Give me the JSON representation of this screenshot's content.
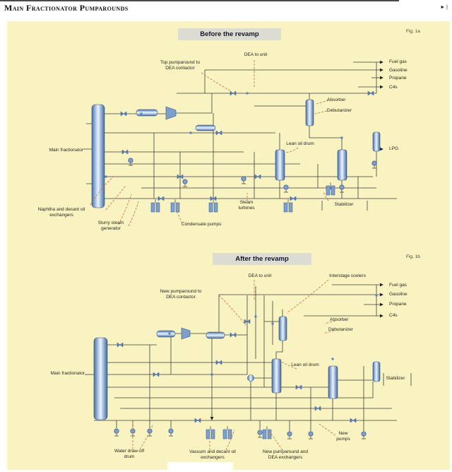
{
  "page": {
    "title": "Main Fractionator Pumparounds",
    "corner_marker": "► |"
  },
  "colors": {
    "panel_bg": "#f9f2c1",
    "badge_bg": "#dcdcd2",
    "equipment_blue": "#7d9fcb",
    "line": "#3f3f3f",
    "leader_orange": "#c07d48"
  },
  "before": {
    "badge": "Before the revamp",
    "fig_label": "Fig. 1a",
    "labels": {
      "dea": "DEA to unit",
      "top_pumparound": "Top pumparound to\nDEA contactor",
      "absorber": "Absorber",
      "debutanizer": "Debutanizer",
      "lean_oil_drum": "Lean oil drum",
      "main_fractionator": "Main fractionator",
      "exchangers": "Naphtha and decant oil\nexchangers",
      "slurry": "Slurry steam\ngenerator",
      "condensate": "Condensate pumps",
      "steam": "Steam\nturbines",
      "stabilizer": "Stabilizer",
      "lpg": "LPG"
    },
    "outputs": [
      "Fuel gas",
      "Gasoline",
      "Propane",
      "C4s"
    ]
  },
  "after": {
    "badge": "After the revamp",
    "fig_label": "Fig. 1b",
    "labels": {
      "dea": "DEA to unit",
      "interstage": "Interstage coolers",
      "new_pumparound": "New pumparound to\nDEA contactor",
      "absorber": "Absorber",
      "debutanizer": "Debutanizer",
      "lean_oil_drum": "Lean oil drum",
      "main_fractionator": "Main fractionator",
      "stabilizer": "Stabilizer",
      "water_draw": "Water draw-off\ndrum",
      "vacuum_exch": "Vacuum and decant oil\nexchangers",
      "new_pa_exch": "New pumparound and\nDEA exchangers",
      "new_pumps": "New\npumps"
    },
    "outputs": [
      "Fuel gas",
      "Gasoline",
      "Propane",
      "C4s"
    ]
  }
}
